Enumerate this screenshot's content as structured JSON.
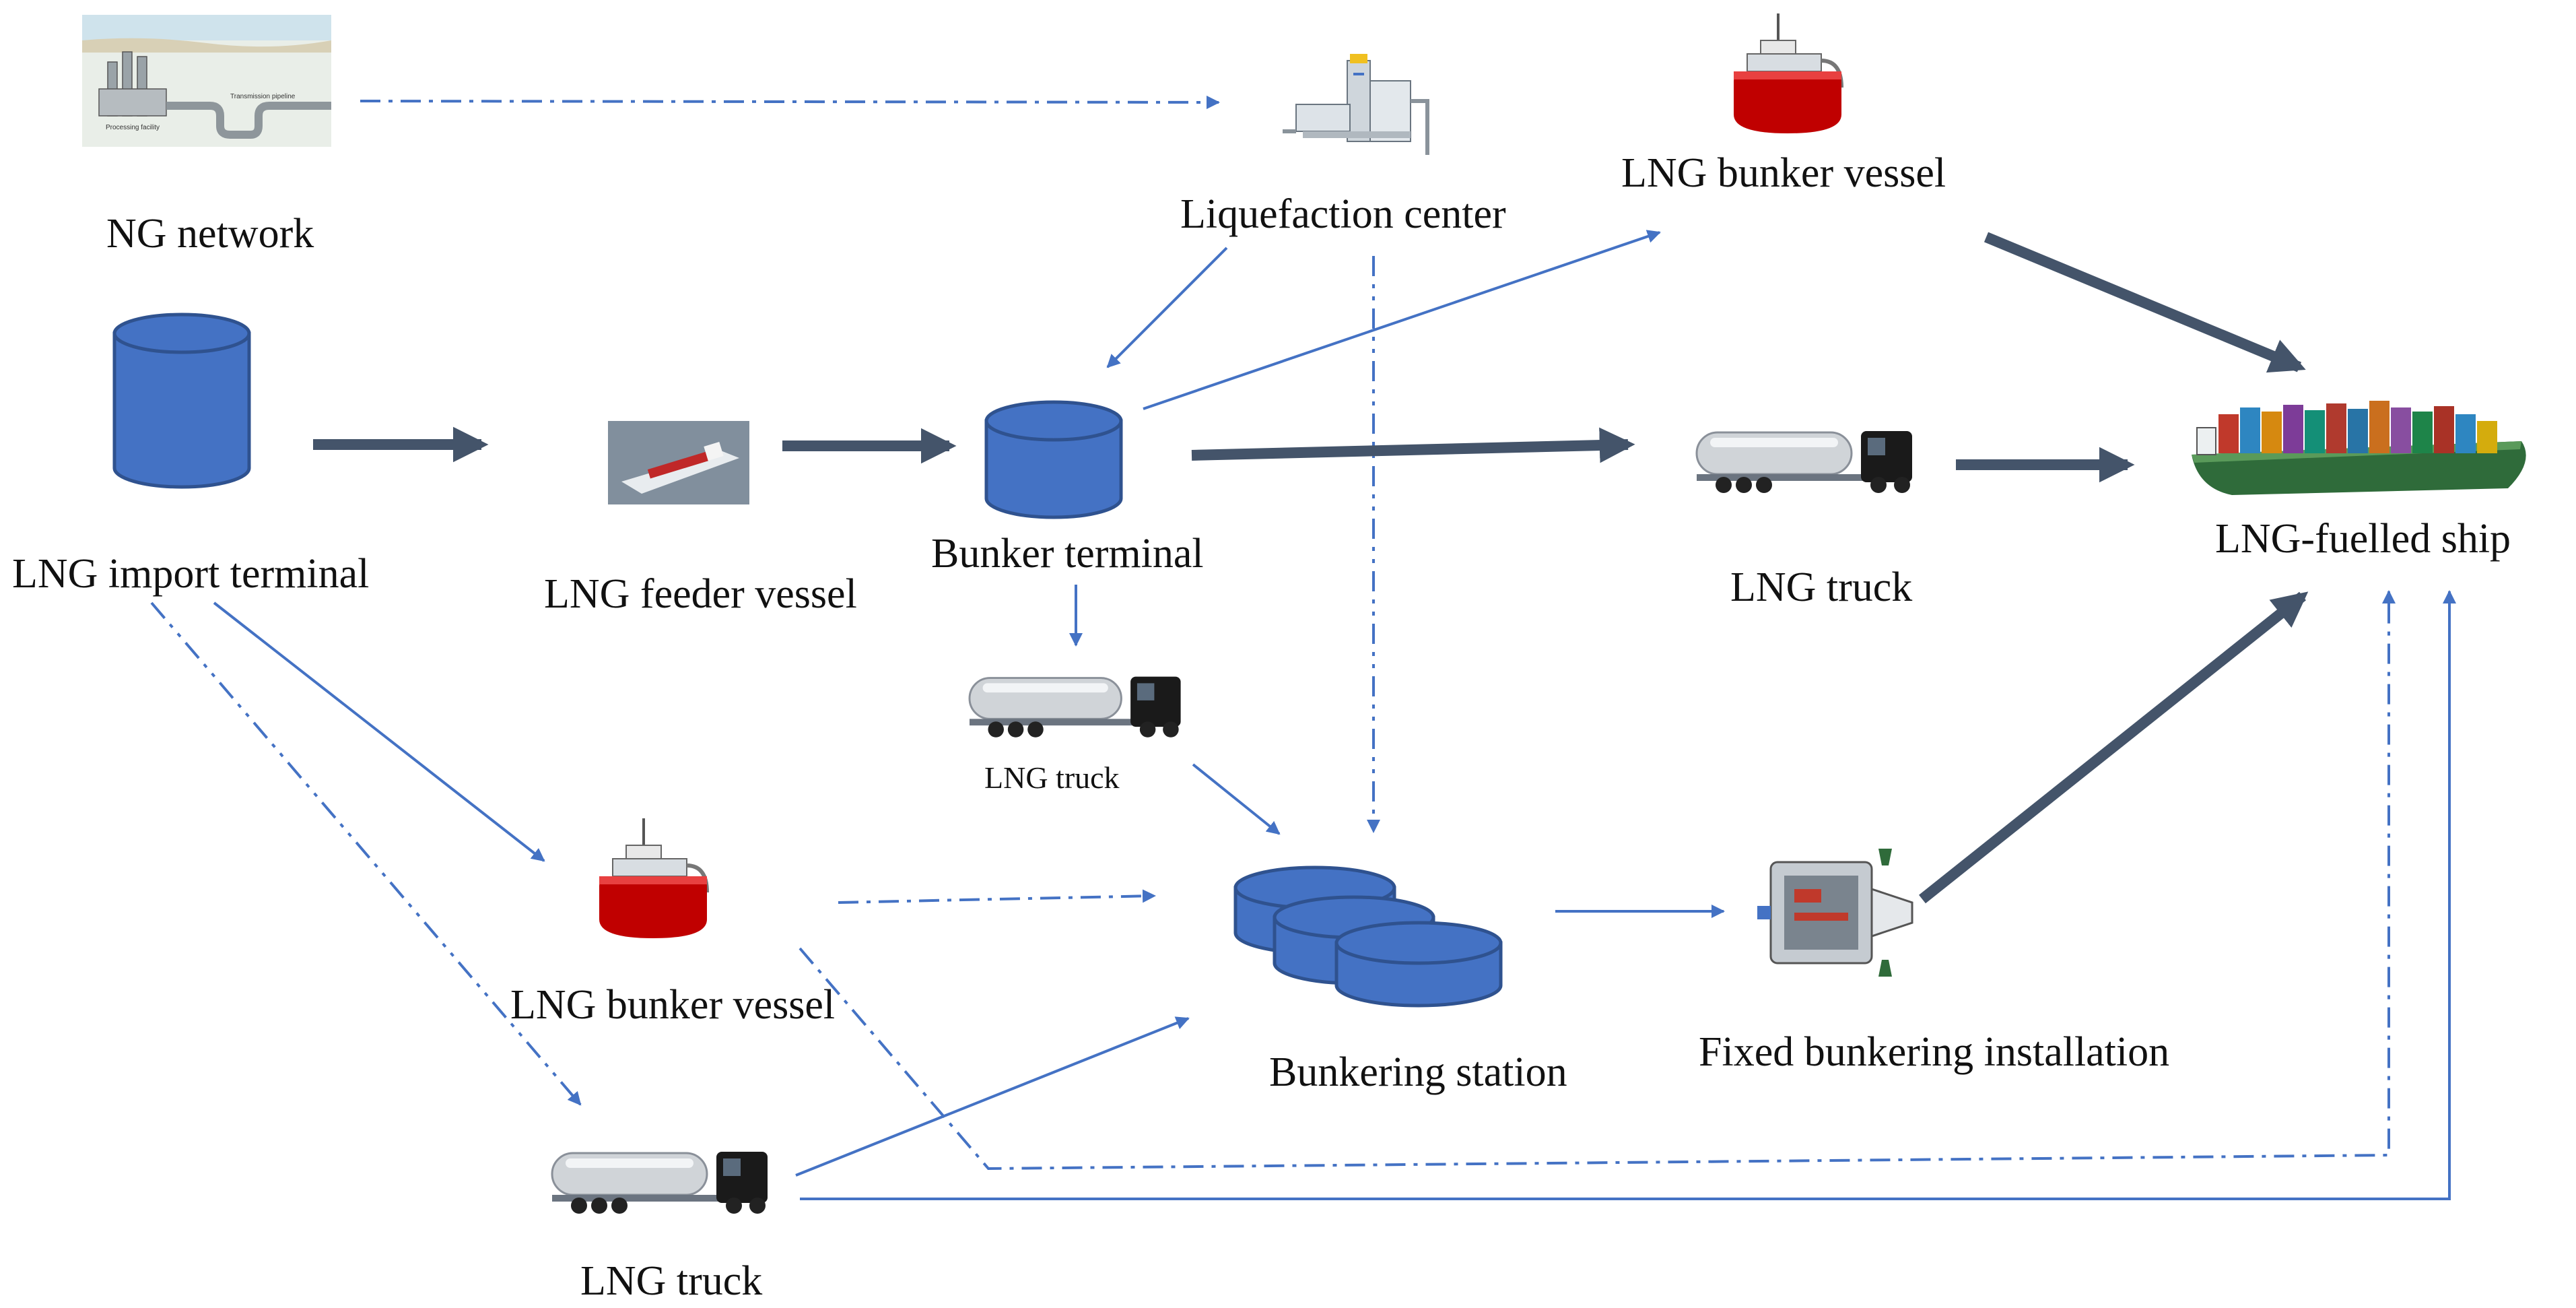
{
  "labels": {
    "ng_network": "NG network",
    "lng_import_terminal": "LNG import terminal",
    "lng_feeder_vessel": "LNG feeder vessel",
    "liquefaction_center": "Liquefaction center",
    "bunker_terminal": "Bunker terminal",
    "lng_bunker_vessel_top": "LNG bunker vessel",
    "lng_truck_mid": "LNG truck",
    "lng_fuelled_ship": "LNG-fuelled ship",
    "lng_truck_small": "LNG truck",
    "lng_bunker_vessel_bottom": "LNG bunker vessel",
    "bunkering_station": "Bunkering station",
    "fixed_bunkering_installation": "Fixed bunkering installation",
    "lng_truck_bottom": "LNG truck",
    "pipeline_processing": "Processing facility",
    "pipeline_transmission": "Transmission pipeline"
  },
  "colors": {
    "arrow_light": "#4472c4",
    "arrow_dark": "#44546a",
    "tank_fill": "#4472c4",
    "tank_stroke": "#2f528f",
    "vessel_red": "#c00000",
    "truck_cab": "#1a1a1a",
    "tank_silver": "#d0d4d8"
  },
  "icons": [
    "pipeline-network-icon",
    "liquefaction-plant-icon",
    "bunker-vessel-icon",
    "cylinder-tank-icon",
    "feeder-vessel-icon",
    "lng-truck-icon",
    "container-ship-icon",
    "bunkering-tanks-icon",
    "fixed-installation-icon"
  ]
}
